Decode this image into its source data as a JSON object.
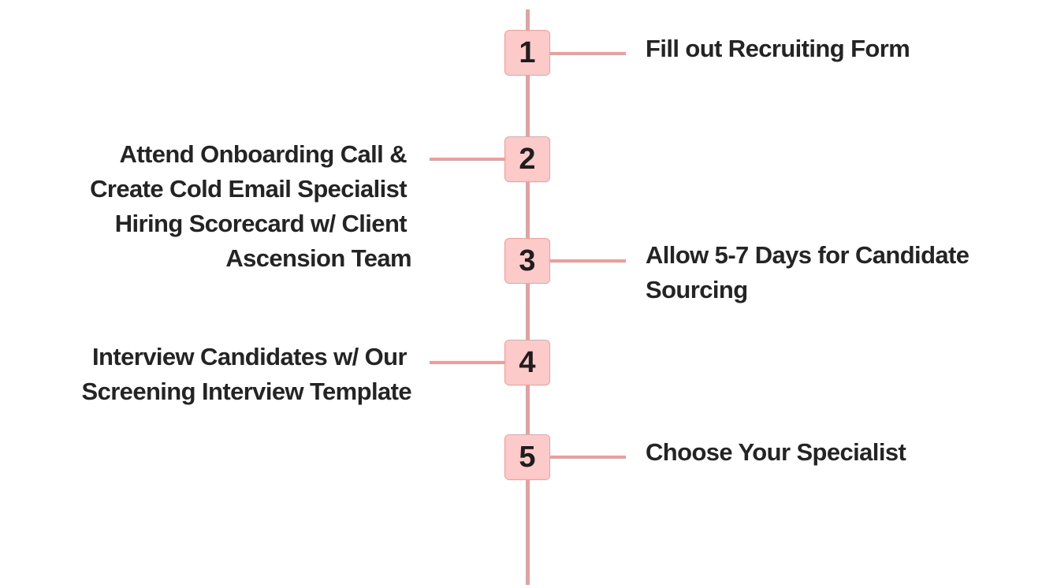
{
  "timeline": {
    "steps": [
      {
        "number": "1",
        "side": "right",
        "lines": [
          "Fill out Recruiting Form"
        ]
      },
      {
        "number": "2",
        "side": "left",
        "lines": [
          "Attend Onboarding Call &",
          "Create Cold Email Specialist",
          "Hiring Scorecard w/ Client",
          "Ascension Team"
        ]
      },
      {
        "number": "3",
        "side": "right",
        "lines": [
          "Allow 5-7 Days for Candidate",
          "Sourcing"
        ]
      },
      {
        "number": "4",
        "side": "left",
        "lines": [
          "Interview Candidates w/ Our",
          "Screening Interview Template"
        ]
      },
      {
        "number": "5",
        "side": "right",
        "lines": [
          "Choose Your Specialist"
        ]
      }
    ]
  },
  "colors": {
    "line": "#f39a9a",
    "badge_fill": "#fdcaca",
    "badge_border": "#f1a0a0",
    "text": "#242424"
  }
}
